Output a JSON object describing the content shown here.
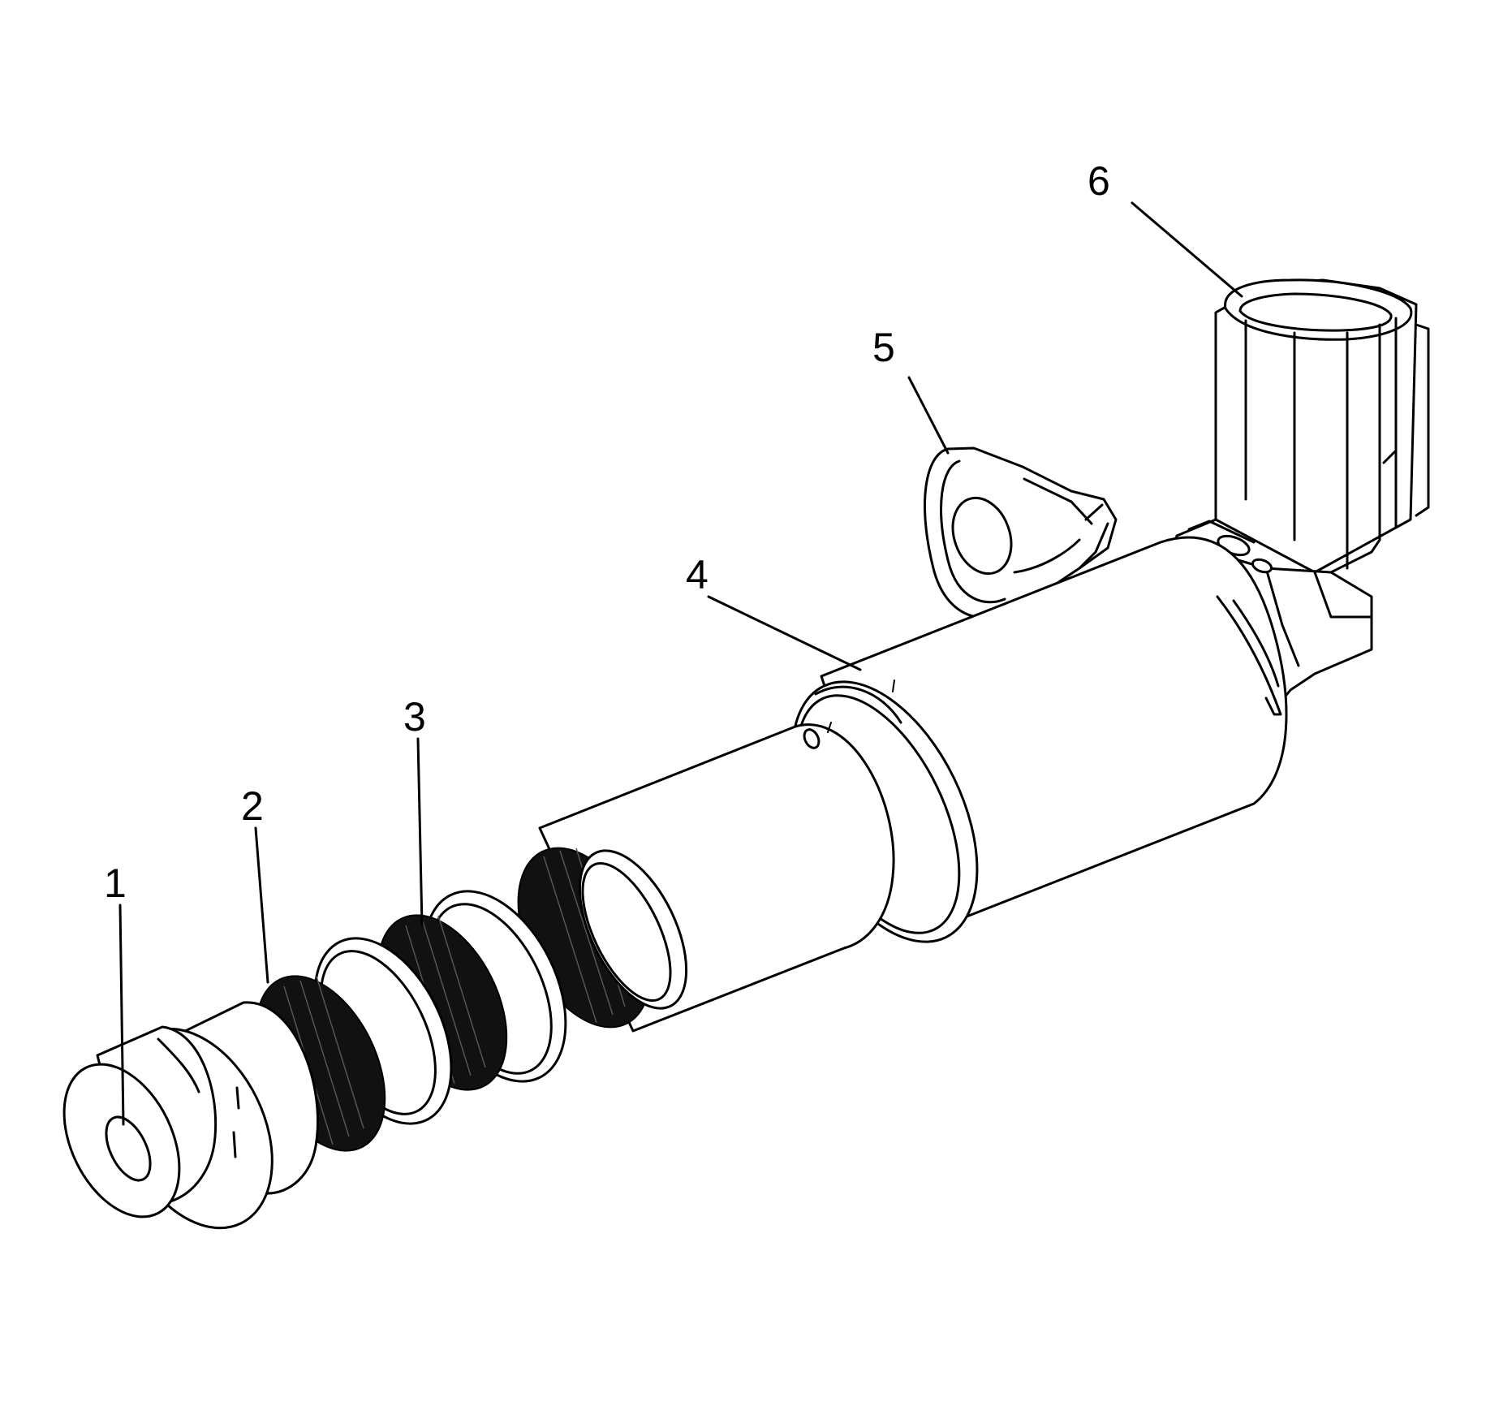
{
  "callouts": [
    {
      "id": "1",
      "label": "1"
    },
    {
      "id": "2",
      "label": "2"
    },
    {
      "id": "3",
      "label": "3"
    },
    {
      "id": "4",
      "label": "4"
    },
    {
      "id": "5",
      "label": "5"
    },
    {
      "id": "6",
      "label": "6"
    }
  ],
  "colors": {
    "line": "#000000",
    "background": "#ffffff",
    "screen": "#111111"
  }
}
